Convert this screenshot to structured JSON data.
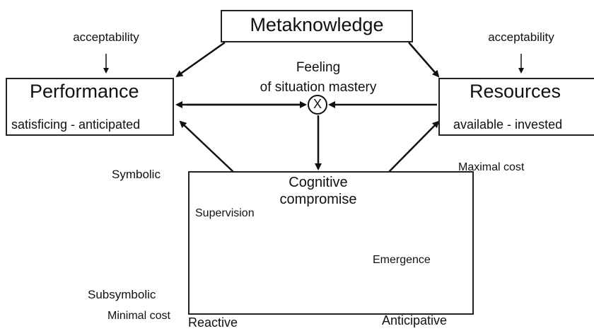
{
  "metaknowledge": {
    "title": "Metaknowledge"
  },
  "performance": {
    "title": "Performance",
    "subtitle": "satisficing - anticipated",
    "input_label": "acceptability"
  },
  "resources": {
    "title": "Resources",
    "subtitle": "available - invested",
    "input_label": "acceptability"
  },
  "mastery": {
    "line1": "Feeling",
    "line2": "of situation mastery",
    "node_symbol": "X"
  },
  "compromise": {
    "line1": "Cognitive",
    "line2": "compromise",
    "supervision": "Supervision",
    "emergence": "Emergence",
    "scale_icon": "balance-scale-icon"
  },
  "axes": {
    "symbolic": "Symbolic",
    "subsymbolic": "Subsymbolic",
    "maximal_cost": "Maximal cost",
    "minimal_cost": "Minimal cost",
    "reactive": "Reactive",
    "anticipative": "Anticipative"
  }
}
